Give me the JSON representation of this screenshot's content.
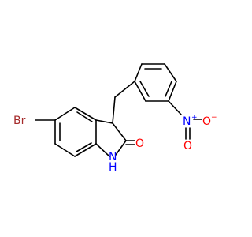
{
  "colors": {
    "background": "#ffffff",
    "bond": "#000000",
    "bromine": "#a52a2a",
    "oxygen": "#ff0000",
    "nitrogen": "#0000ff"
  },
  "atoms": {
    "br": "Br",
    "o_carbonyl": "O",
    "nh_n": "N",
    "nh_h": "H",
    "n_nitro": "N",
    "n_nitro_charge": "+",
    "o_nitro_top": "O",
    "o_nitro_bottom": "O",
    "o_nitro_charge": "−"
  }
}
